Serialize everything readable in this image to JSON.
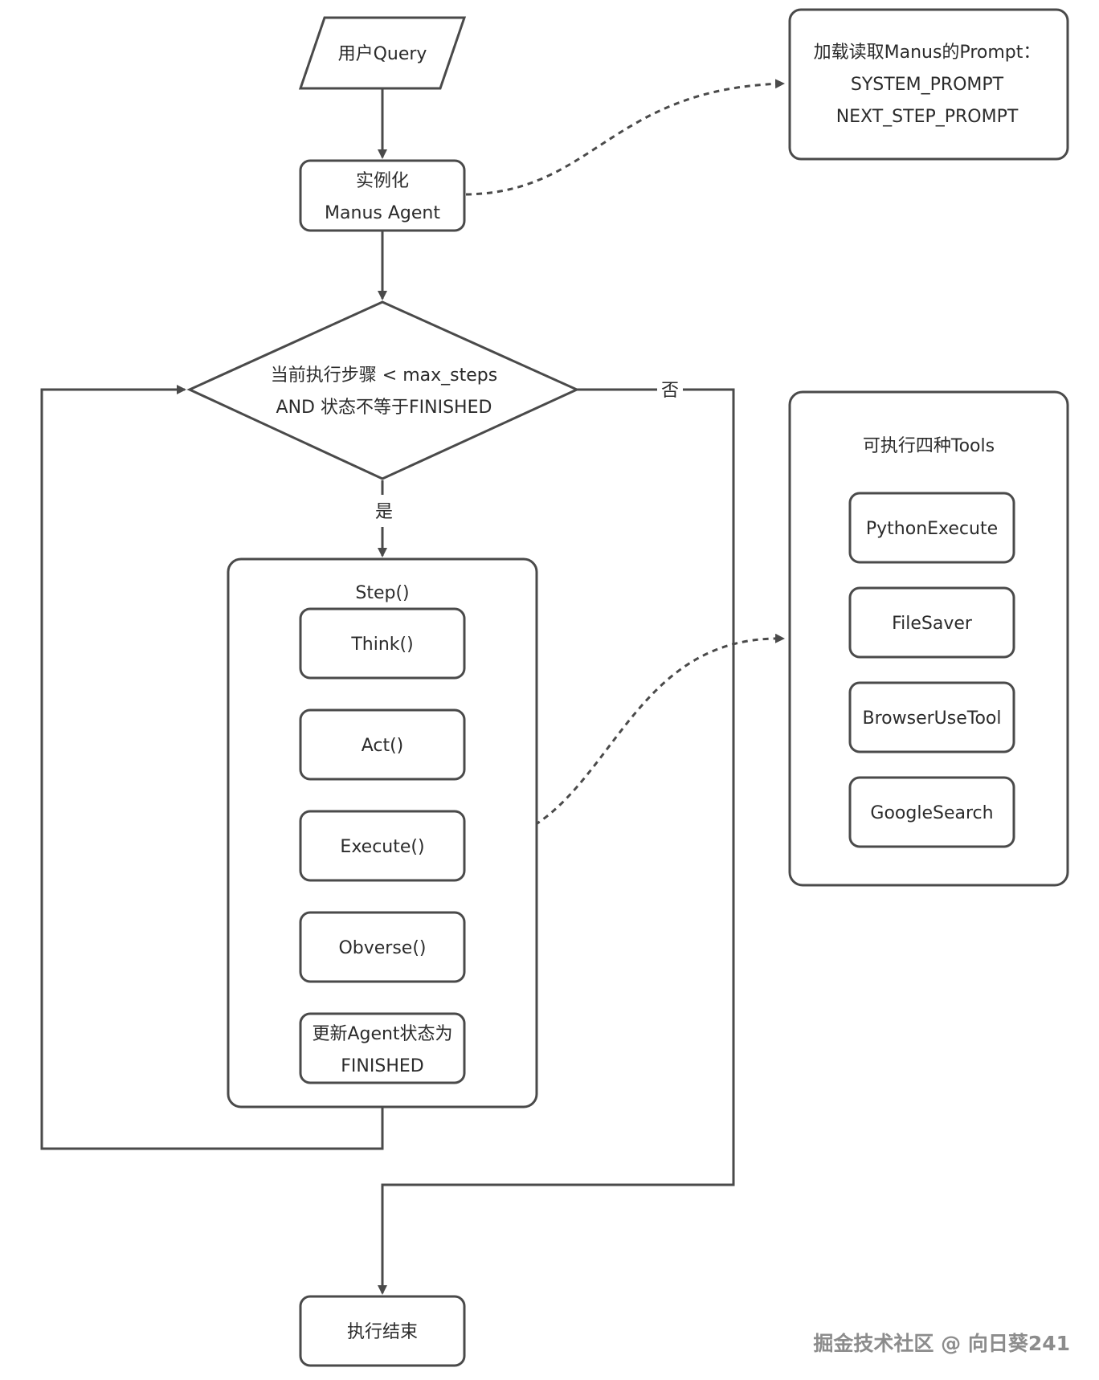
{
  "nodes": {
    "user_query": "用户Query",
    "instantiate_line1": "实例化",
    "instantiate_line2": "Manus Agent",
    "prompt_line1": "加载读取Manus的Prompt：",
    "prompt_line2": "SYSTEM_PROMPT",
    "prompt_line3": "NEXT_STEP_PROMPT",
    "condition_line1": "当前执行步骤 < max_steps",
    "condition_line2": "AND 状态不等于FINISHED",
    "step_title": "Step()",
    "think": "Think()",
    "act": "Act()",
    "execute": "Execute()",
    "obverse": "Obverse()",
    "update_line1": "更新Agent状态为",
    "update_line2": "FINISHED",
    "end": "执行结束",
    "tools_title": "可执行四种Tools",
    "tool_python": "PythonExecute",
    "tool_filesaver": "FileSaver",
    "tool_browser": "BrowserUseTool",
    "tool_google": "GoogleSearch"
  },
  "edge_labels": {
    "yes": "是",
    "no": "否"
  },
  "watermark": "掘金技术社区 @ 向日葵241"
}
